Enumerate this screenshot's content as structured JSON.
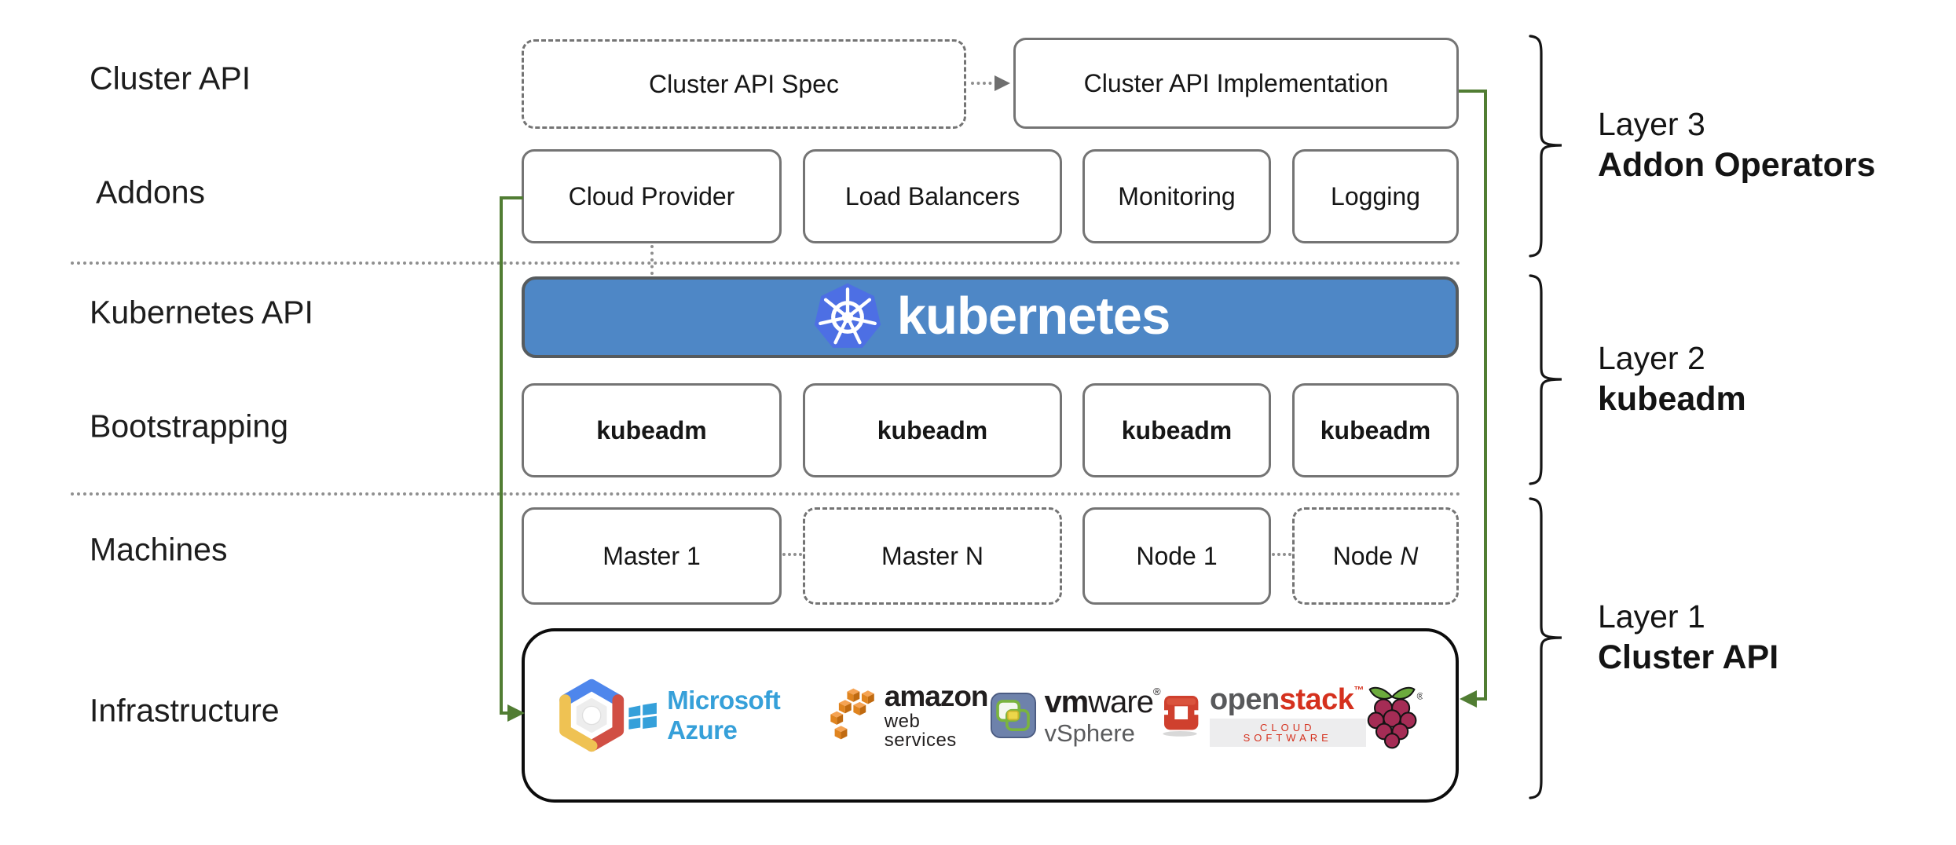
{
  "left_labels": [
    {
      "id": "cluster-api",
      "label": "Cluster API"
    },
    {
      "id": "addons",
      "label": "Addons"
    },
    {
      "id": "kubernetes-api",
      "label": "Kubernetes API"
    },
    {
      "id": "bootstrapping",
      "label": "Bootstrapping"
    },
    {
      "id": "machines",
      "label": "Machines"
    },
    {
      "id": "infrastructure",
      "label": "Infrastructure"
    }
  ],
  "cluster_api_row": {
    "spec_label": "Cluster API Spec",
    "implementation_label": "Cluster API Implementation"
  },
  "addons_row": {
    "boxes": [
      "Cloud Provider",
      "Load Balancers",
      "Monitoring",
      "Logging"
    ]
  },
  "kubernetes_banner": {
    "label": "kubernetes"
  },
  "bootstrapping_row": {
    "boxes": [
      "kubeadm",
      "kubeadm",
      "kubeadm",
      "kubeadm"
    ]
  },
  "machines_row": {
    "boxes": [
      {
        "prefix": "Master",
        "suffix": "1",
        "border": "solid"
      },
      {
        "prefix": "Master",
        "suffix": "N",
        "border": "dashed"
      },
      {
        "prefix": "Node",
        "suffix": "1",
        "border": "solid"
      },
      {
        "prefix": "Node",
        "suffix": "N",
        "border": "dashed",
        "suffix_italic": true
      }
    ]
  },
  "infrastructure_row": {
    "providers": [
      {
        "name": "google-cloud-platform"
      },
      {
        "name": "microsoft-azure",
        "text": "Microsoft Azure"
      },
      {
        "name": "amazon-web-services",
        "text": "amazon",
        "subtext": "web services"
      },
      {
        "name": "vmware-vsphere",
        "text_bold": "vm",
        "text": "ware",
        "reg": "®",
        "subtext": "vSphere"
      },
      {
        "name": "openstack",
        "text_gray": "open",
        "text_red": "stack",
        "tm": "™",
        "subtext": "CLOUD SOFTWARE"
      },
      {
        "name": "raspberry-pi",
        "reg": "®"
      }
    ]
  },
  "layer_brackets": [
    {
      "title": "Layer 3",
      "subtitle": "Addon Operators"
    },
    {
      "title": "Layer 2",
      "subtitle": "kubeadm"
    },
    {
      "title": "Layer 1",
      "subtitle": "Cluster API"
    }
  ],
  "colors": {
    "banner_blue": "#4e87c6",
    "k8s_logo_blue": "#4d6fe4",
    "green_connector": "#517d33",
    "box_border_gray": "#747474",
    "azure_blue": "#36a0d9",
    "aws_orange": "#e98a20",
    "openstack_red": "#d5311e",
    "gcp_blue": "#4e86ec",
    "gcp_red": "#d14f44",
    "gcp_yellow": "#efc253",
    "raspberry_magenta": "#a52c55",
    "leaf_green": "#6cab3d"
  }
}
